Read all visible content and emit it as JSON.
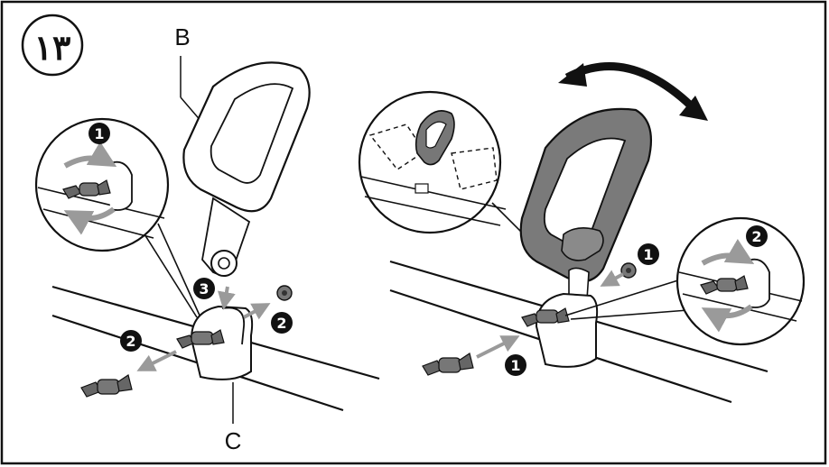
{
  "figure": {
    "step_badge": "١٣",
    "label_b": "B",
    "label_c": "C"
  },
  "callouts": {
    "left_zoom_num": "1",
    "left_main_num3": "3",
    "left_main_num2a": "2",
    "left_main_num2b": "2",
    "right_num1a": "1",
    "right_num1b": "1",
    "right_zoom_num": "2"
  },
  "colors": {
    "line": "#111111",
    "arrow": "#9a9a9a",
    "handle_dark": "#7a7a7a",
    "handle_light": "#ffffff",
    "badge_bg": "#111111"
  },
  "icons": {
    "rotate": "double-curved-arrow-icon",
    "knob": "wing-knob-icon",
    "nut": "hex-nut-icon"
  }
}
